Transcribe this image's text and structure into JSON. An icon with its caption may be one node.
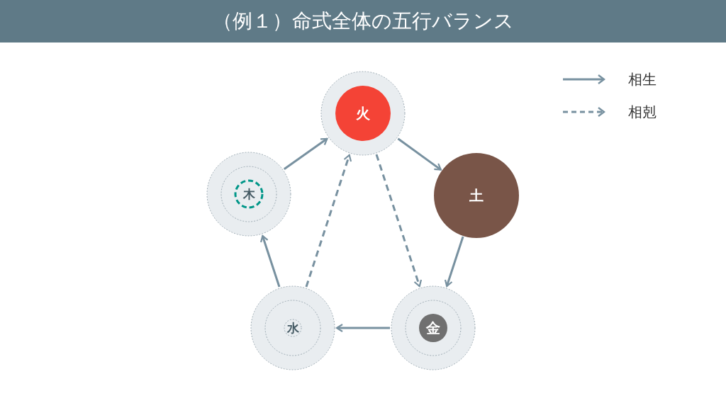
{
  "diagram": {
    "title": "（例１）命式全体の五行バランス",
    "nodes": [
      {
        "text": [
          "火"
        ]
      },
      {
        "text": [
          "土"
        ]
      },
      {
        "text": [
          "金"
        ]
      },
      {
        "text": [
          "水"
        ]
      },
      {
        "text": [
          "木"
        ]
      }
    ],
    "edges": [
      {
        "from": 0,
        "to": 1,
        "arrow": "to"
      },
      {
        "from": 1,
        "to": 2,
        "arrow": "to"
      },
      {
        "from": 2,
        "to": 3,
        "arrow": "to"
      },
      {
        "from": 3,
        "to": 4,
        "arrow": "to"
      },
      {
        "from": 4,
        "to": 0,
        "arrow": "to"
      },
      {
        "from": 3,
        "to": 0,
        "arrow": "to",
        "style": "dashed"
      },
      {
        "from": 0,
        "to": 2,
        "arrow": "to",
        "style": "dashed"
      }
    ],
    "legend": [
      {
        "text": "相生"
      },
      {
        "text": "相剋"
      }
    ]
  }
}
